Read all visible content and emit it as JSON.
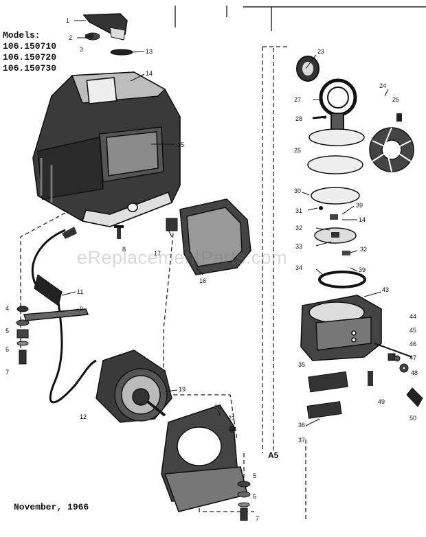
{
  "header": {
    "models_label": "Models:",
    "models": [
      "106.150710",
      "106.150720",
      "106.150730"
    ]
  },
  "footer": {
    "date": "November, 1966"
  },
  "watermark": "eReplacementParts.com",
  "callouts": {
    "c1": "1",
    "c2": "2",
    "c3": "3",
    "c13": "13",
    "c14": "14",
    "c15": "15",
    "c8": "8",
    "c17": "17",
    "c16": "16",
    "c11": "11",
    "c9": "9",
    "c4": "4",
    "c5a": "5",
    "c6a": "6",
    "c7a": "7",
    "c12": "12",
    "c19": "19",
    "c20": "20",
    "c21": "21",
    "c5b": "5",
    "c6b": "6",
    "c7b": "7",
    "c23": "23",
    "c27": "27",
    "c28": "28",
    "c26": "26",
    "c24": "24",
    "c25": "25",
    "c30": "30",
    "c31": "31",
    "c39a": "39",
    "c14b": "14",
    "c32a": "32",
    "c33": "33",
    "c32b": "32",
    "c39b": "39",
    "c34": "34",
    "c43": "43",
    "c44": "44",
    "c45": "45",
    "c46": "46",
    "c47": "47",
    "c48": "48",
    "c35": "35",
    "c49": "49",
    "c36": "36",
    "c50": "50",
    "c37": "37"
  },
  "assembly_label": "A5"
}
